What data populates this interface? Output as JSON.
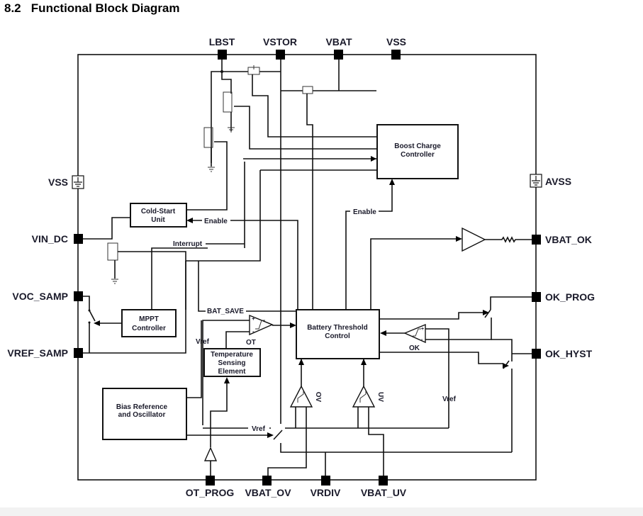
{
  "section": {
    "number": "8.2",
    "title": "Functional Block Diagram",
    "heading": "8.2   Functional Block Diagram"
  },
  "pins": {
    "top": [
      "LBST",
      "VSTOR",
      "VBAT",
      "VSS"
    ],
    "left": [
      "VSS",
      "VIN_DC",
      "VOC_SAMP",
      "VREF_SAMP"
    ],
    "right": [
      "AVSS",
      "VBAT_OK",
      "OK_PROG",
      "OK_HYST"
    ],
    "bottom": [
      "OT_PROG",
      "VBAT_OV",
      "VRDIV",
      "VBAT_UV"
    ]
  },
  "blocks": {
    "boost": [
      "Boost Charge",
      "Controller"
    ],
    "cold_start": [
      "Cold-Start",
      "Unit"
    ],
    "mppt": [
      "MPPT",
      "Controller"
    ],
    "battery": [
      "Battery Threshold",
      "Control"
    ],
    "temp": [
      "Temperature",
      "Sensing",
      "Element"
    ],
    "bias": [
      "Bias Reference",
      "and Oscillator"
    ]
  },
  "signals": {
    "enable_cold": "Enable",
    "enable_boost": "Enable",
    "interrupt": "Interrupt",
    "bat_save": "BAT_SAVE",
    "vref_left": "Vref",
    "vref_bottom": "Vref",
    "vref_right": "Vref",
    "ot": "OT",
    "ok": "OK",
    "ov": "OV",
    "uv": "UV",
    "plus": "+",
    "minus": "-"
  }
}
